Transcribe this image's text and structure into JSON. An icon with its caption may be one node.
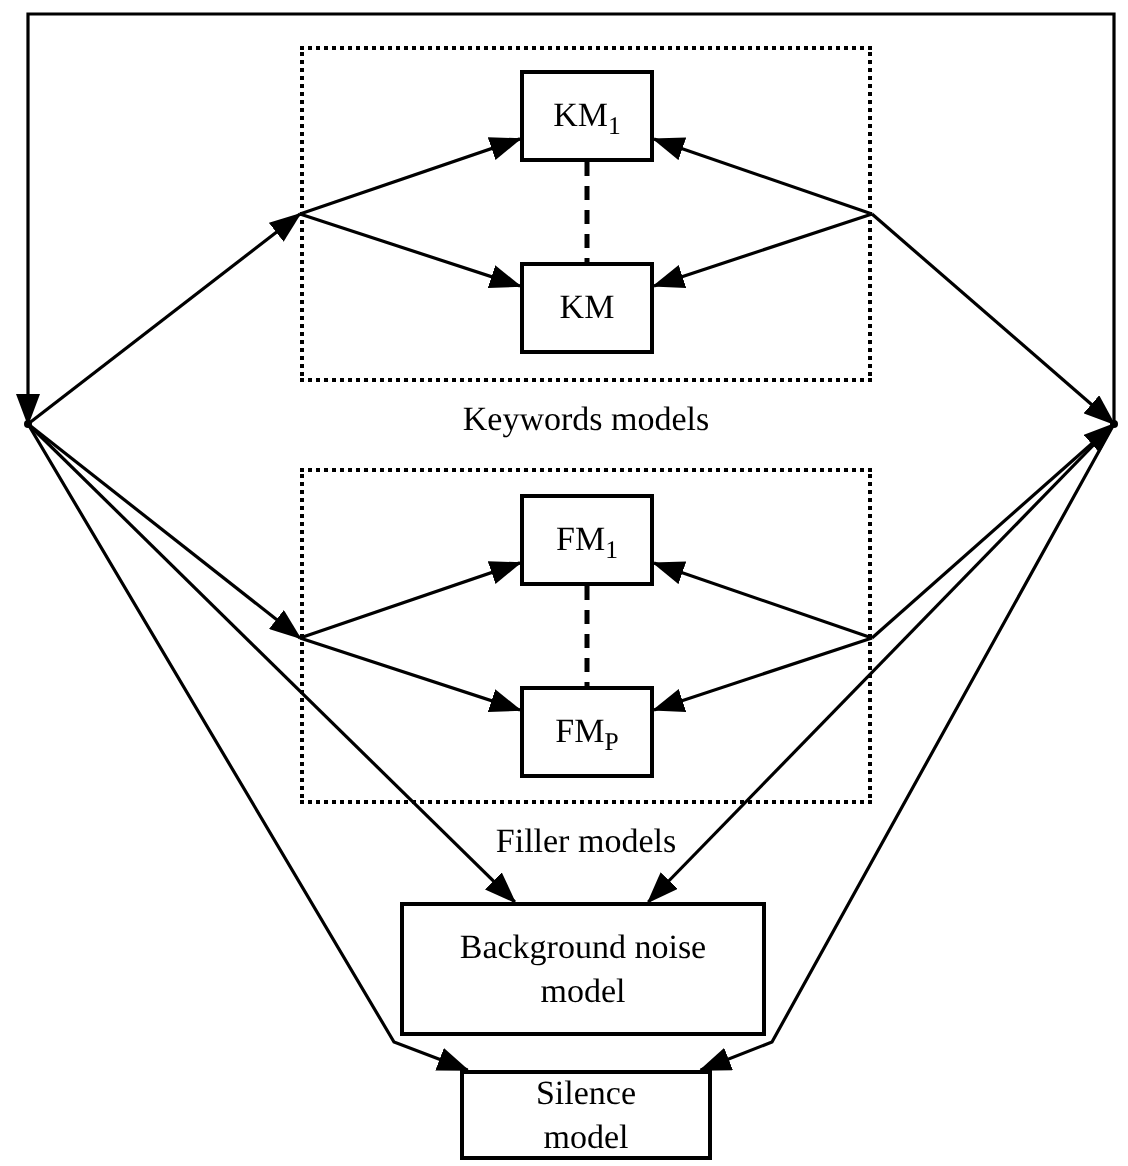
{
  "diagram": {
    "nodes": [
      {
        "text": [],
        "shape": "dot"
      },
      {
        "text": [
          "Keywords models"
        ]
      },
      {
        "text": [
          "KM$_{1}$"
        ],
        "in": 1
      },
      {
        "text": [
          "KM"
        ],
        "in": 1
      },
      {
        "text": [
          "Filler models"
        ]
      },
      {
        "text": [
          "FM$_{1}$"
        ],
        "in": 4
      },
      {
        "text": [
          "FM$_{P}$"
        ],
        "in": 4
      },
      {
        "text": [
          "Background noise model"
        ]
      },
      {
        "text": [
          "Silence model"
        ]
      },
      {
        "text": [],
        "shape": "dot"
      }
    ],
    "edges": [
      {
        "from": 0,
        "to": 1,
        "arrow": "to"
      },
      {
        "from": 1,
        "to": 2,
        "arrow": "to"
      },
      {
        "from": 1,
        "to": 3,
        "arrow": "to"
      },
      {
        "from": 1,
        "to": 2,
        "arrow": "to"
      },
      {
        "from": 1,
        "to": 3,
        "arrow": "to"
      },
      {
        "from": 1,
        "to": 9,
        "arrow": "to"
      },
      {
        "from": 0,
        "to": 4,
        "arrow": "to"
      },
      {
        "from": 4,
        "to": 5,
        "arrow": "to"
      },
      {
        "from": 4,
        "to": 6,
        "arrow": "to"
      },
      {
        "from": 4,
        "to": 5,
        "arrow": "to"
      },
      {
        "from": 4,
        "to": 6,
        "arrow": "to"
      },
      {
        "from": 4,
        "to": 9,
        "arrow": "to"
      },
      {
        "from": 0,
        "to": 7,
        "arrow": "to"
      },
      {
        "from": 0,
        "to": 8,
        "arrow": "to"
      },
      {
        "from": 9,
        "to": 7,
        "arrow": "to"
      },
      {
        "from": 9,
        "to": 8,
        "arrow": "to"
      },
      {
        "from": 9,
        "to": 0,
        "arrow": "to"
      },
      {
        "from": 2,
        "to": 3,
        "arrow": "none",
        "style": "dashed"
      },
      {
        "from": 5,
        "to": 6,
        "arrow": "none",
        "style": "dashed"
      }
    ]
  }
}
